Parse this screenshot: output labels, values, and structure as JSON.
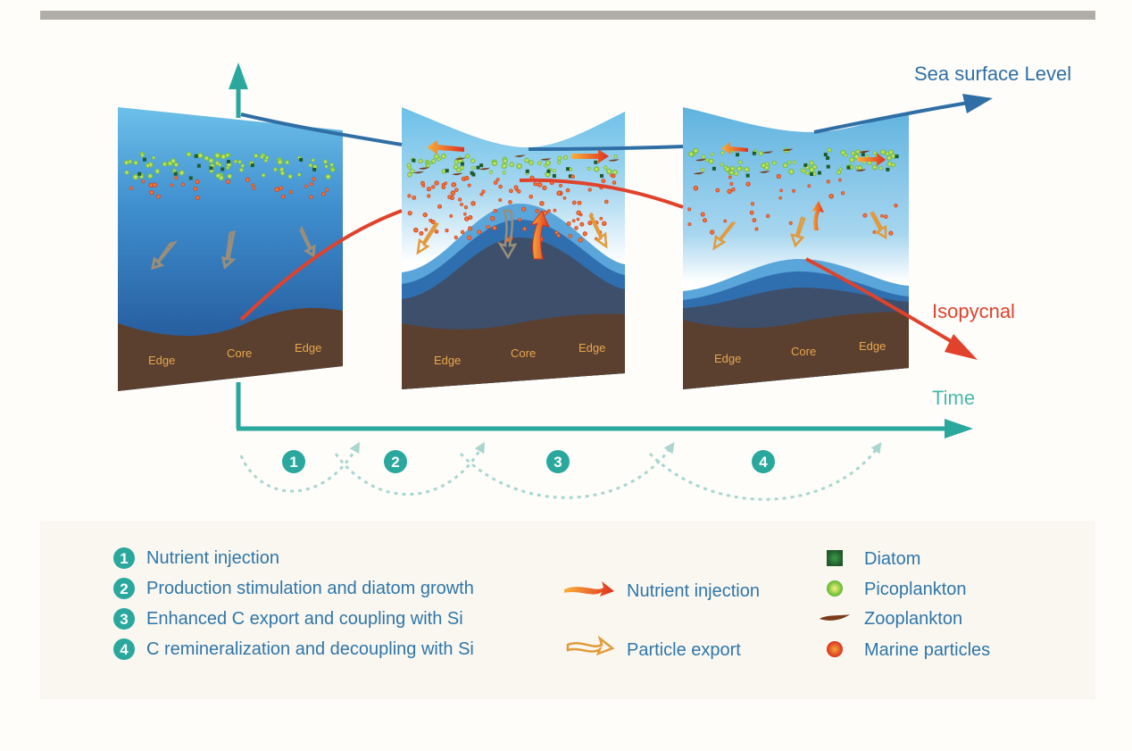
{
  "colors": {
    "teal": "#2aa89e",
    "sea_surface": "#2f6fa5",
    "isopycnal": "#e0422b",
    "legend_text": "#2f76a8",
    "ground": "#5b4030",
    "deep_water": "#1f4f91",
    "surface_water": "#5fb3e0"
  },
  "axis_labels": {
    "sea_surface": "Sea surface Level",
    "isopycnal": "Isopycnal",
    "time": "Time"
  },
  "ground_labels": {
    "edge_left": "Edge",
    "core": "Core",
    "edge_right": "Edge"
  },
  "stages": [
    {
      "number": "1",
      "description": "Nutrient injection"
    },
    {
      "number": "2",
      "description": "Production stimulation and diatom growth"
    },
    {
      "number": "3",
      "description": "Enhanced C export and coupling with Si"
    },
    {
      "number": "4",
      "description": "C remineralization and decoupling with Si"
    }
  ],
  "legend": {
    "arrows": [
      {
        "label": "Nutrient injection",
        "icon": "nutrient-injection-arrow-icon"
      },
      {
        "label": "Particle export",
        "icon": "particle-export-arrow-icon"
      }
    ],
    "organisms": [
      {
        "label": "Diatom",
        "icon": "diatom-icon",
        "color": "#2e7d3a"
      },
      {
        "label": "Picoplankton",
        "icon": "picoplankton-icon",
        "color": "#9ad23a"
      },
      {
        "label": "Zooplankton",
        "icon": "zooplankton-icon",
        "color": "#7a3b1c"
      },
      {
        "label": "Marine particles",
        "icon": "marine-particle-icon",
        "color": "#e0422b"
      }
    ]
  }
}
